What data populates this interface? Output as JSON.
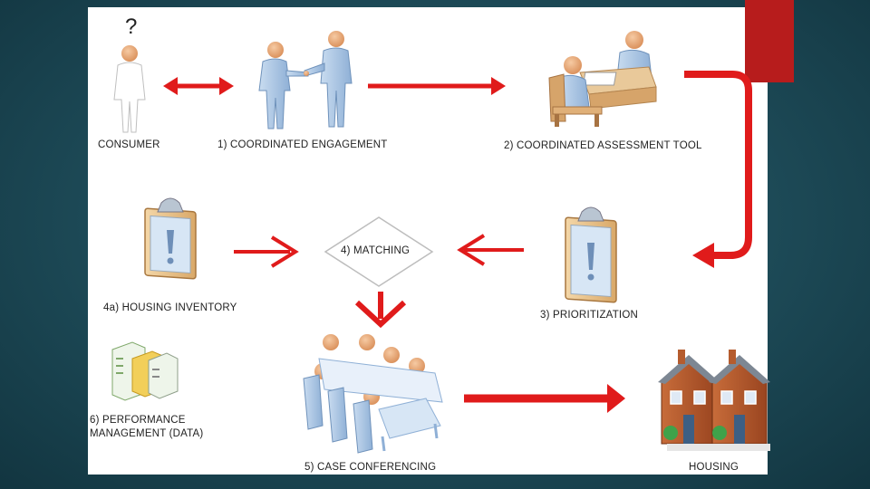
{
  "diagram": {
    "question_mark": "?",
    "nodes": {
      "consumer": "CONSUMER",
      "engagement": "1) COORDINATED ENGAGEMENT",
      "assessment": "2) COORDINATED ASSESSMENT TOOL",
      "prioritization": "3) PRIORITIZATION",
      "matching": "4) MATCHING",
      "inventory": "4a) HOUSING INVENTORY",
      "case_conferencing": "5) CASE CONFERENCING",
      "performance_line1": "6) PERFORMANCE",
      "performance_line2": "MANAGEMENT (DATA)",
      "housing": "HOUSING"
    },
    "icons": {
      "consumer": "person-icon",
      "engagement": "handshake-icon",
      "assessment": "desk-meeting-icon",
      "prioritization": "clipboard-icon",
      "inventory": "clipboard-icon",
      "performance": "servers-icon",
      "case_conferencing": "conference-table-icon",
      "housing": "houses-icon"
    },
    "colors": {
      "arrow": "#e01b1b",
      "accent": "#b71c1c",
      "background": "#1d4a57",
      "figure": "#9fc0e0",
      "head": "#e3a87a"
    }
  }
}
